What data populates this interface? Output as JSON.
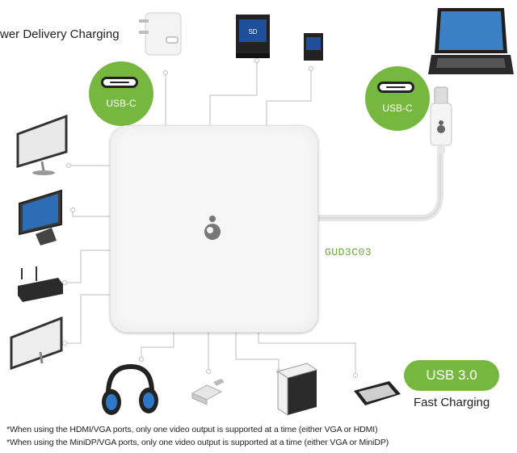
{
  "power_delivery_label": "wer Delivery Charging",
  "bubble_left": {
    "label": "USB-C"
  },
  "bubble_right": {
    "label": "USB-C"
  },
  "model_label": "GUD3C03",
  "usb_badge": "USB 3.0",
  "fast_charging_label": "Fast Charging",
  "notes": [
    "*When using the HDMI/VGA ports, only one video output is supported at a time (either VGA or HDMI)",
    "*When using the MiniDP/VGA ports, only one video output is supported at a time (either VGA or MiniDP)"
  ],
  "colors": {
    "accent_green": "#76b83f",
    "text": "#222222"
  },
  "icons": [
    "power-adapter-icon",
    "sd-card-icon",
    "micro-sd-icon",
    "laptop-icon",
    "monitor-icon",
    "tv-icon",
    "router-icon",
    "display-icon",
    "headphones-icon",
    "usb-c-plug-icon",
    "hard-drive-icon",
    "phone-icon",
    "logo-icon"
  ]
}
